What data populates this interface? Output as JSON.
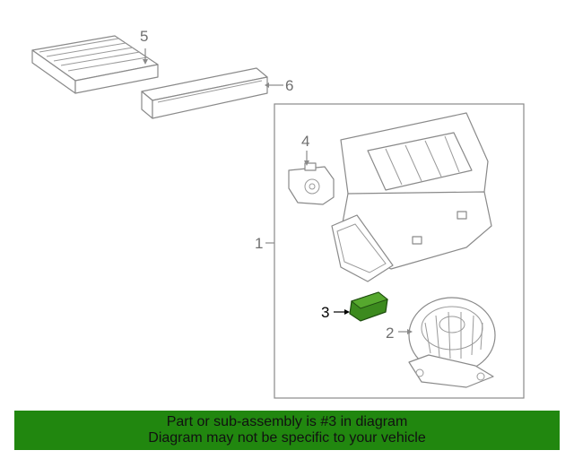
{
  "callouts": {
    "c1": "1",
    "c2": "2",
    "c3": "3",
    "c4": "4",
    "c5": "5",
    "c6": "6"
  },
  "banner": {
    "line1": "Part or sub-assembly is #3 in diagram",
    "line2": "Diagram may not be specific to your vehicle",
    "background_color": "#21870f"
  },
  "highlight_part_color": "#3c8a1e",
  "line_color": "#8a8a8a"
}
